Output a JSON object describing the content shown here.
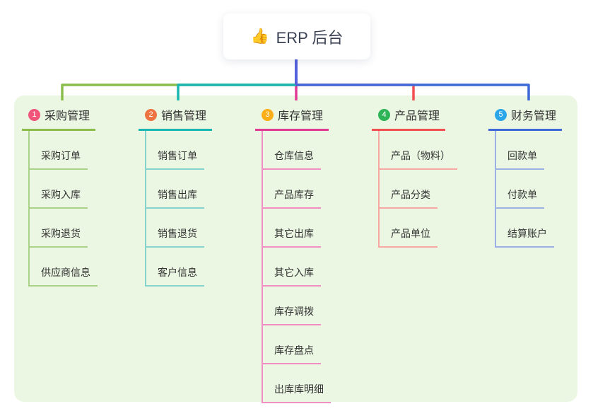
{
  "root": {
    "icon": "thumbs-up-icon",
    "icon_char": "👍",
    "title": "ERP 后台"
  },
  "branches": [
    {
      "num": "1",
      "title": "采购管理",
      "badge_color": "#f2557a",
      "line_color": "#8abd4b",
      "child_line_color": "#abd289",
      "children": [
        "采购订单",
        "采购入库",
        "采购退货",
        "供应商信息"
      ]
    },
    {
      "num": "2",
      "title": "销售管理",
      "badge_color": "#ee7340",
      "line_color": "#18b7b2",
      "child_line_color": "#84d4cd",
      "children": [
        "销售订单",
        "销售出库",
        "销售退货",
        "客户信息"
      ]
    },
    {
      "num": "3",
      "title": "库存管理",
      "badge_color": "#fcae16",
      "line_color": "#e03a92",
      "child_line_color": "#f18fc2",
      "children": [
        "仓库信息",
        "产品库存",
        "其它出库",
        "其它入库",
        "库存调拨",
        "库存盘点",
        "出库库明细"
      ]
    },
    {
      "num": "4",
      "title": "产品管理",
      "badge_color": "#2eb456",
      "line_color": "#f25050",
      "child_line_color": "#f8a8a3",
      "children": [
        "产品（物料）",
        "产品分类",
        "产品单位"
      ]
    },
    {
      "num": "5",
      "title": "财务管理",
      "badge_color": "#2aa6e9",
      "line_color": "#3e68d8",
      "child_line_color": "#9db1e5",
      "children": [
        "回款单",
        "付款单",
        "结算账户"
      ]
    }
  ],
  "colors": {
    "canvas_bg": "#ffffff",
    "panel_bg": "#ebf7e3",
    "root_line": "#5561dd",
    "text": "#333333",
    "root_text": "#3b4254"
  }
}
